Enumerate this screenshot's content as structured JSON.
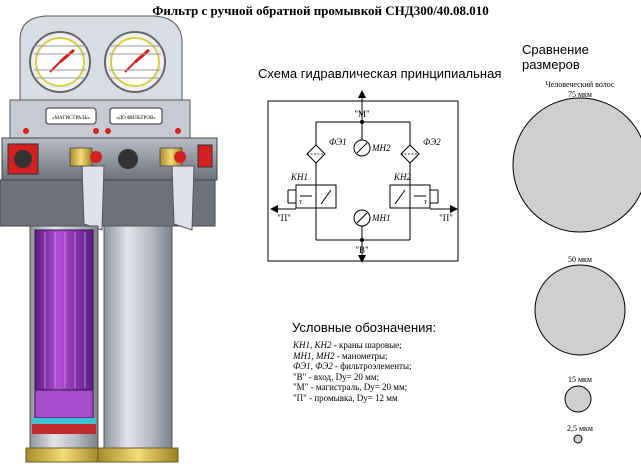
{
  "title": "Фильтр с ручной обратной промывкой СНД300/40.08.010",
  "schema_title": "Схема гидравлическая принципиальная",
  "schema": {
    "port_m": "\"M\"",
    "port_b": "\"B\"",
    "port_p_left": "\"П\"",
    "port_p_right": "\"П\"",
    "fe1": "ФЭ1",
    "fe2": "ФЭ2",
    "mn1": "МН1",
    "mn2": "МН2",
    "kn1": "КН1",
    "kn2": "КН2",
    "t": "т"
  },
  "device_labels": {
    "left_plate": "«МАГИСТРАЛЬ»",
    "right_plate": "«ДО ФИЛЬТРОВ»"
  },
  "legend_title": "Условные обозначения:",
  "legend": [
    {
      "code": "КН1, КН2",
      "text": " - краны шаровые;"
    },
    {
      "code": "МН1, МН2",
      "text": " - манометры;"
    },
    {
      "code": "ФЭ1, ФЭ2",
      "text": " - фильтроэлементы;"
    },
    {
      "code": "",
      "text": "\"В\" - вход, Dу= 20 мм;"
    },
    {
      "code": "",
      "text": "\"М\" - магистраль, Dу= 20 мм;"
    },
    {
      "code": "",
      "text": "\"П\" - промывка, Dу= 12 мм"
    }
  ],
  "comparison_title": "Сравнение размеров",
  "sizes": [
    {
      "label": "Человеческий волос\n75 мкм",
      "size_um": 75
    },
    {
      "label": "50 мкм",
      "size_um": 50
    },
    {
      "label": "15 мкм",
      "size_um": 15
    },
    {
      "label": "2,5 мкм",
      "size_um": 2.5
    }
  ],
  "colors": {
    "body_grey": "#8a8e98",
    "cartridge_purple": "#8a2fb0",
    "housing_steel": "#c6c9d0",
    "gauge_red": "#d42020",
    "circle_fill": "#cfcfcf"
  }
}
